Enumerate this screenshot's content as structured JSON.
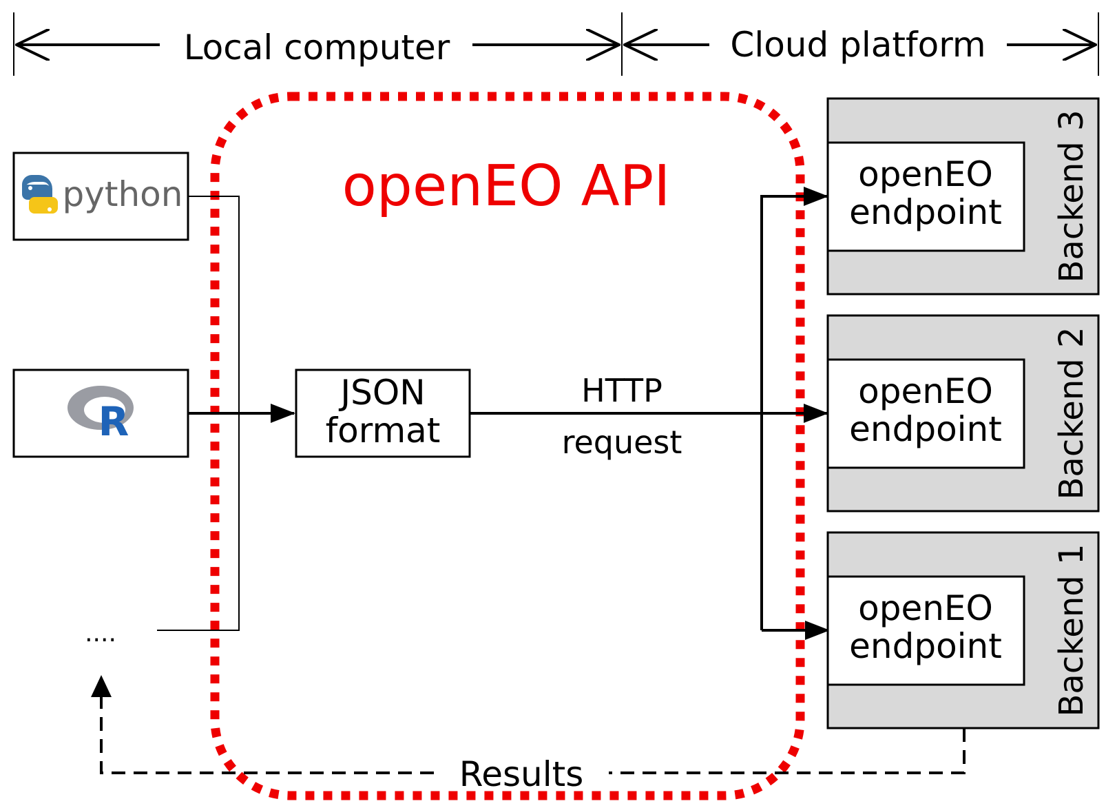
{
  "header": {
    "local_label": "Local computer",
    "cloud_label": "Cloud platform"
  },
  "api": {
    "title": "openEO API",
    "border_color": "#ee0000"
  },
  "clients": [
    {
      "name": "python-logo",
      "label": "python",
      "icon": "python-icon"
    },
    {
      "name": "r-logo",
      "label": "R",
      "icon": "r-icon"
    },
    {
      "name": "more-clients",
      "label": "...."
    }
  ],
  "json_box": {
    "line1": "JSON",
    "line2": "format"
  },
  "http": {
    "line1": "HTTP",
    "line2": "request"
  },
  "backends": [
    {
      "label": "Backend 3",
      "endpoint_line1": "openEO",
      "endpoint_line2": "endpoint"
    },
    {
      "label": "Backend 2",
      "endpoint_line1": "openEO",
      "endpoint_line2": "endpoint"
    },
    {
      "label": "Backend 1",
      "endpoint_line1": "openEO",
      "endpoint_line2": "endpoint"
    }
  ],
  "results_label": "Results",
  "colors": {
    "backend_fill": "#d9d9d9",
    "python_blue": "#3b74a8",
    "python_yellow": "#f5c518",
    "r_blue": "#1e63b8",
    "r_gray": "#9a9ca3"
  }
}
